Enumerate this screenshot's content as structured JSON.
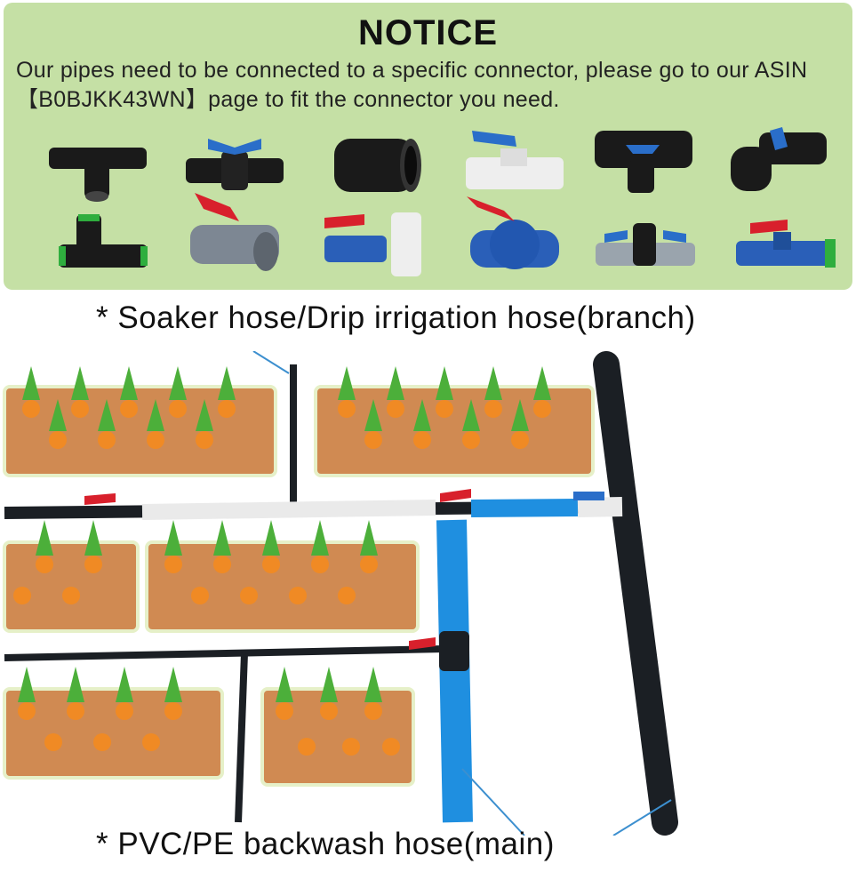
{
  "notice": {
    "title": "NOTICE",
    "text": "Our pipes need to be connected to a specific connector, please go to our ASIN【B0BJKK43WN】page to fit the connector you need."
  },
  "connectors": [
    {
      "name": "black-tee-connector",
      "color": "#1a1a1a"
    },
    {
      "name": "blue-handle-valve-connector",
      "color": "#2a6ec9"
    },
    {
      "name": "black-straight-coupling",
      "color": "#1a1a1a"
    },
    {
      "name": "white-pvc-valve",
      "color": "#eeeeee"
    },
    {
      "name": "black-tee-valve",
      "color": "#1a1a1a"
    },
    {
      "name": "black-elbow-valve",
      "color": "#1a1a1a"
    },
    {
      "name": "green-tee-connector",
      "color": "#2fae3e"
    },
    {
      "name": "grey-red-handle-valve",
      "color": "#7d8793"
    },
    {
      "name": "blue-red-handle-tee-valve",
      "color": "#2a5fb8"
    },
    {
      "name": "blue-ball-valve",
      "color": "#2a5fb8"
    },
    {
      "name": "grey-blue-double-valve",
      "color": "#9aa4ad"
    },
    {
      "name": "blue-red-handle-straight-valve",
      "color": "#2a5fb8"
    }
  ],
  "labels": {
    "branch": "* Soaker hose/Drip irrigation hose(branch)",
    "main": "* PVC/PE backwash hose(main)"
  },
  "colors": {
    "panel": "#c5e0a5",
    "soil": "#d08a52",
    "pipe_blue": "#1f8fe0",
    "pipe_black": "#1b1f24",
    "valve_red": "#d8202c"
  }
}
